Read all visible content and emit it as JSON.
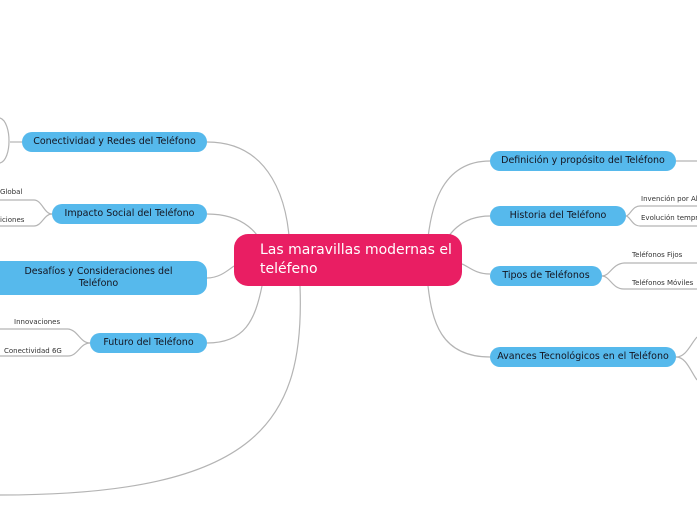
{
  "central": {
    "label": "Las maravillas modernas el teléfeno"
  },
  "topics": {
    "conectividad": {
      "label": "Conectividad y Redes del Teléfono"
    },
    "impacto": {
      "label": "Impacto Social del Teléfono",
      "children": [
        "Global",
        "iciones"
      ]
    },
    "desafios": {
      "label": "Desafíos y Consideraciones del Teléfono"
    },
    "futuro": {
      "label": "Futuro del Teléfono",
      "children": [
        "Innovaciones",
        "Conectividad 6G"
      ]
    },
    "definicion": {
      "label": "Definición y propósito del Teléfono"
    },
    "historia": {
      "label": "Historia del Teléfono",
      "children": [
        "Invención por Al",
        "Evolución tempr"
      ]
    },
    "tipos": {
      "label": "Tipos de Teléfonos",
      "children": [
        "Teléfonos Fijos",
        "Teléfonos Móviles"
      ]
    },
    "avances": {
      "label": "Avances Tecnológicos en el Teléfono"
    }
  },
  "colors": {
    "central": "#e91e63",
    "topic": "#56b9ec",
    "connector": "#b4b4b4"
  }
}
